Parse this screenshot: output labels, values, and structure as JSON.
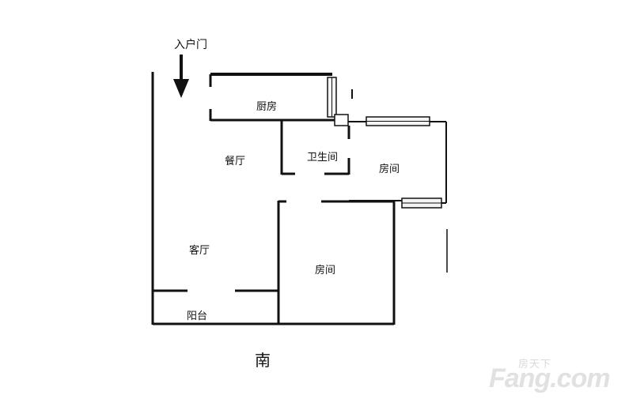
{
  "labels": {
    "entrance": "入户门",
    "kitchen": "厨房",
    "dining": "餐厅",
    "bathroom": "卫生间",
    "room_right": "房间",
    "living": "客厅",
    "room_center": "房间",
    "balcony": "阳台",
    "south": "南"
  },
  "watermark": {
    "cn": "房天下",
    "en": "Fang.com"
  },
  "colors": {
    "wall": "#111111",
    "window_fill": "#f4f4f4",
    "watermark": "#e1e1e1"
  }
}
